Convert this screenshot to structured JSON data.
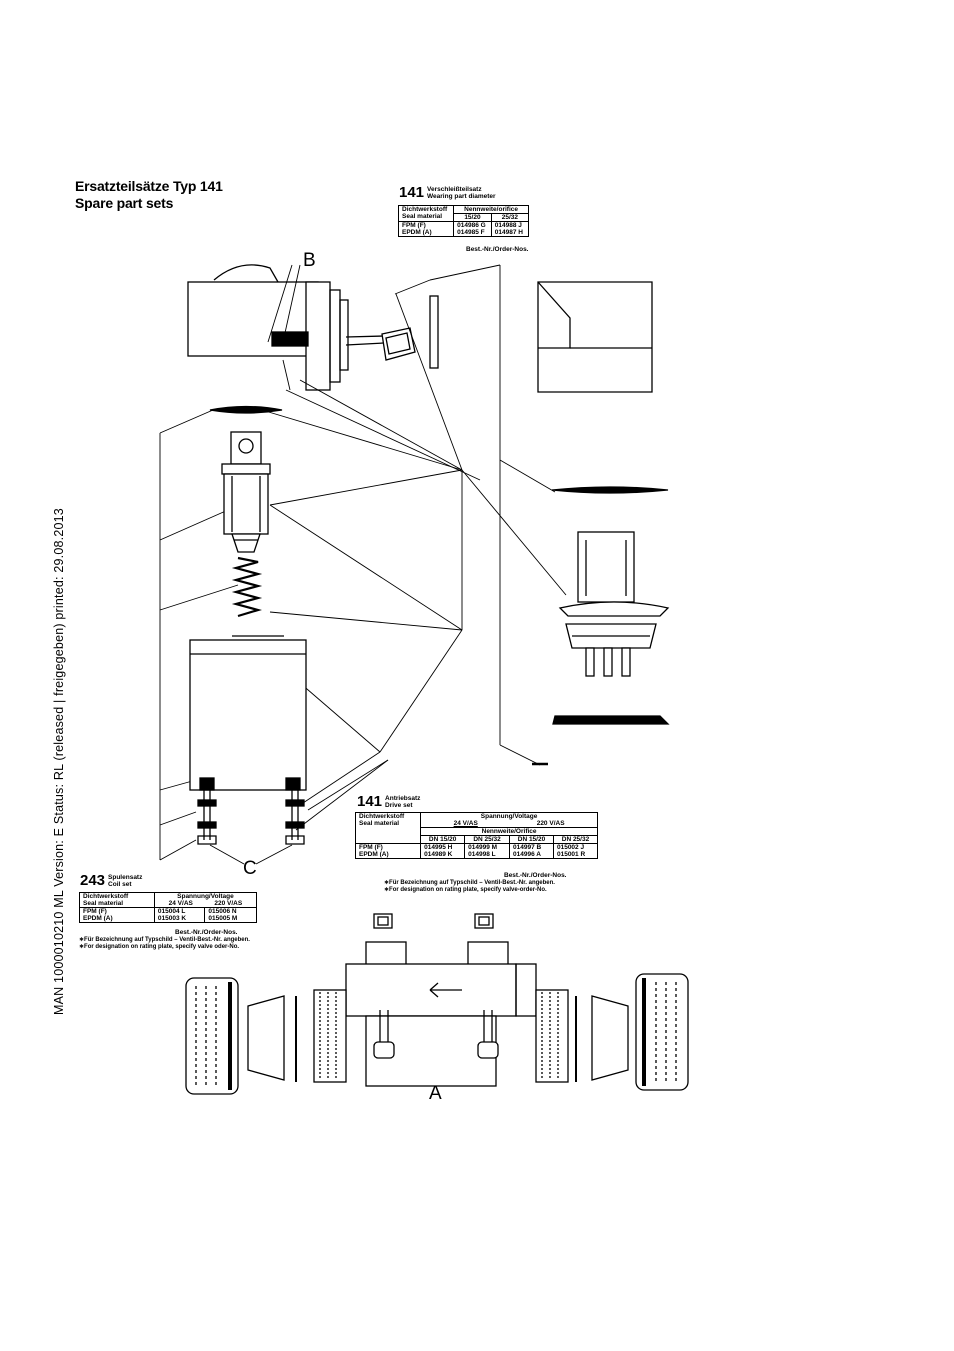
{
  "heading": {
    "title_de": "Ersatzteilsätze Typ 141",
    "title_en": "Spare part sets"
  },
  "sidebar_text": "MAN 1000010210 ML Version: E Status: RL (released | freigegeben) printed: 29.08.2013",
  "callouts": {
    "a": "A",
    "b": "B",
    "c": "C"
  },
  "wearing_kit": {
    "code": "141",
    "label_de": "Verschleißteilsatz",
    "label_en": "Wearing part diameter",
    "col_material_de": "Dichtwerkstoff",
    "col_material_en": "Seal material",
    "col_orifice": "Nennweite/orifice",
    "sizes": [
      "15/20",
      "25/32"
    ],
    "rows": [
      {
        "material": "FPM (F)",
        "values": [
          "014986 G",
          "014988 J"
        ]
      },
      {
        "material": "EPDM (A)",
        "values": [
          "014985 F",
          "014987 H"
        ]
      }
    ],
    "order_label": "Best.-Nr./Order-Nos."
  },
  "drive_kit": {
    "code": "141",
    "label_de": "Antriebsatz",
    "label_en": "Drive set",
    "col_material_de": "Dichtwerkstoff",
    "col_material_en": "Seal material",
    "col_voltage": "Spannung/Voltage",
    "voltages": [
      "24 V/AS",
      "220 V/AS"
    ],
    "col_orifice": "Nennweite/Orifice",
    "sizes": [
      "DN 15/20",
      "DN 25/32",
      "DN 15/20",
      "DN 25/32"
    ],
    "rows": [
      {
        "material": "FPM (F)",
        "values": [
          "014995 H",
          "014999 M",
          "014997 B",
          "015002 J"
        ]
      },
      {
        "material": "EPDM (A)",
        "values": [
          "014989 K",
          "014998 L",
          "014996 A",
          "015001 R"
        ]
      }
    ],
    "order_label": "Best.-Nr./Order-Nos.",
    "note_de": "∗Für Bezeichnung auf Typschild – Ventil-Best.-Nr. angeben.",
    "note_en": "∗For designation on rating plate, specify valve-order-No."
  },
  "coil_kit": {
    "code": "243",
    "label_de": "Spulensatz",
    "label_en": "Coil set",
    "col_material_de": "Dichtwerkstoff",
    "col_material_en": "Seal material",
    "col_voltage": "Spannung/Voltage",
    "voltages": [
      "24 V/AS",
      "220 V/AS"
    ],
    "rows": [
      {
        "material": "FPM (F)",
        "values": [
          "015004 L",
          "015006 N"
        ]
      },
      {
        "material": "EPDM (A)",
        "values": [
          "015003 K",
          "015005 M"
        ]
      }
    ],
    "order_label": "Best.-Nr./Order-Nos.",
    "note_de": "∗Für Bezeichnung auf Typschild – Ventil-Best.-Nr. angeben.",
    "note_en": "∗For designation on rating plate, specify valve oder-No."
  }
}
